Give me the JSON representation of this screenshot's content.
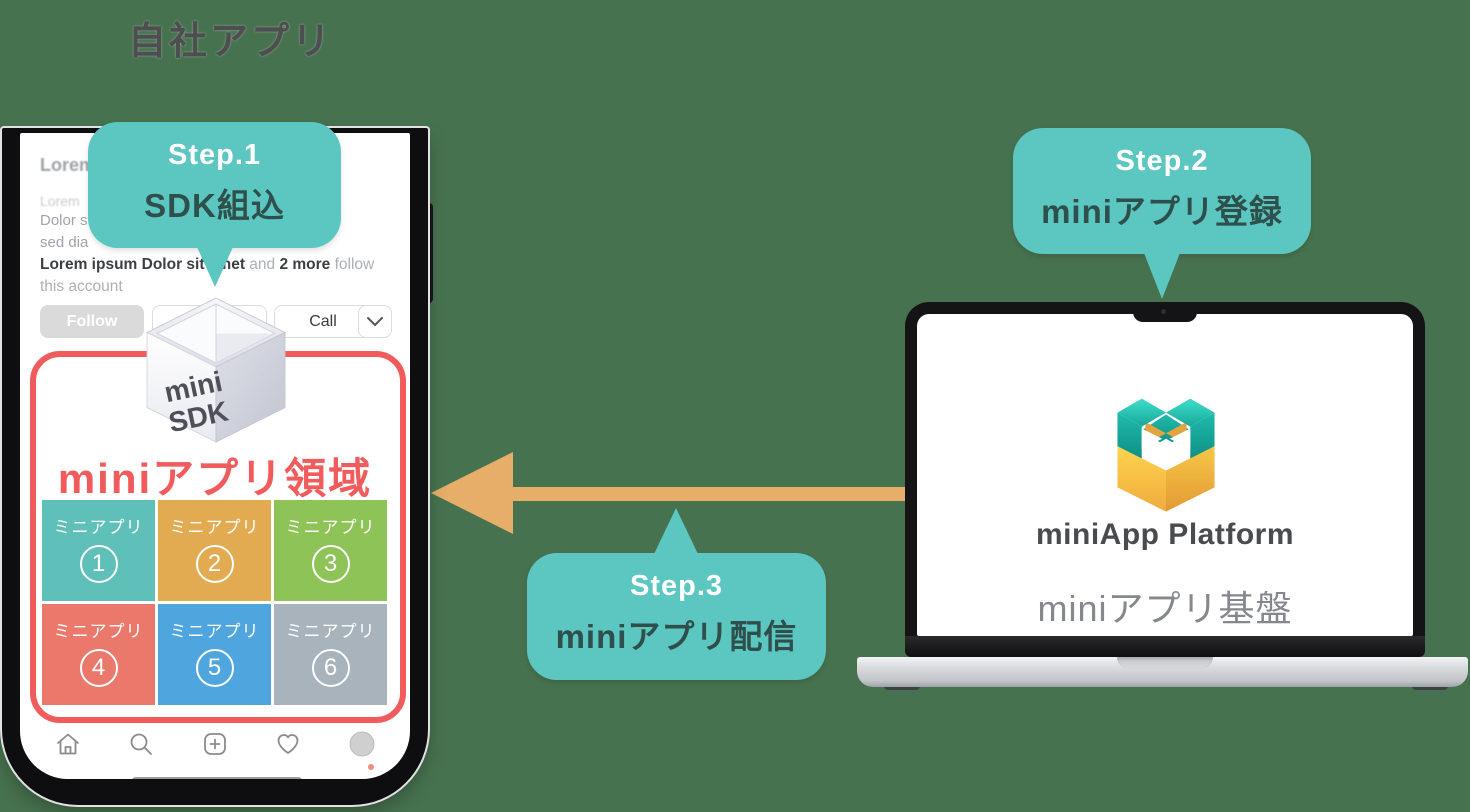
{
  "title": "自社アプリ",
  "colors": {
    "background": "#47724F",
    "bubble": "#5CC6C0",
    "bubble_title": "#FFFFFF",
    "bubble_subtitle": "#2F4F4C",
    "accent_red": "#F15B5B",
    "arrow_orange": "#E6AE68"
  },
  "steps": [
    {
      "num": "Step.1",
      "label": "SDK組込"
    },
    {
      "num": "Step.2",
      "label": "miniアプリ登録"
    },
    {
      "num": "Step.3",
      "label": "miniアプリ配信"
    }
  ],
  "phone": {
    "profile": {
      "name_line": "Lorem",
      "bio_line1": "Lorem",
      "bio_line2": "Dolor s",
      "bio_line3": "sed dia",
      "follow_bold1": "Lorem ipsum Dolor sit amet",
      "follow_mid": " and ",
      "follow_bold2": "2 more",
      "follow_tail": " follow",
      "follow_line2": "this account"
    },
    "buttons": {
      "follow": "Follow",
      "call": "Call"
    },
    "sdk_cube": {
      "line1": "mini",
      "line2": "SDK"
    },
    "mini_area_title": "miniアプリ領域",
    "tiles": [
      {
        "label": "ミニアプリ",
        "number": "1",
        "color": "#5FC0BA"
      },
      {
        "label": "ミニアプリ",
        "number": "2",
        "color": "#E3AB51"
      },
      {
        "label": "ミニアプリ",
        "number": "3",
        "color": "#8EC457"
      },
      {
        "label": "ミニアプリ",
        "number": "4",
        "color": "#EA796C"
      },
      {
        "label": "ミニアプリ",
        "number": "5",
        "color": "#4FA6DE"
      },
      {
        "label": "ミニアプリ",
        "number": "6",
        "color": "#A9B3BC"
      }
    ]
  },
  "laptop": {
    "platform_name": "miniApp Platform",
    "platform_subtitle": "miniアプリ基盤"
  }
}
